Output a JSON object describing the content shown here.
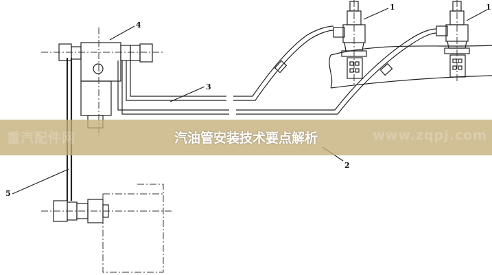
{
  "title": "汽油管安装技术要点解析",
  "watermark": {
    "left": "重汽配件网",
    "right": "www.zqpj.com"
  },
  "labels": {
    "one_left": "1",
    "one_right": "1",
    "two": "2",
    "three": "3",
    "four": "4",
    "five": "5"
  }
}
